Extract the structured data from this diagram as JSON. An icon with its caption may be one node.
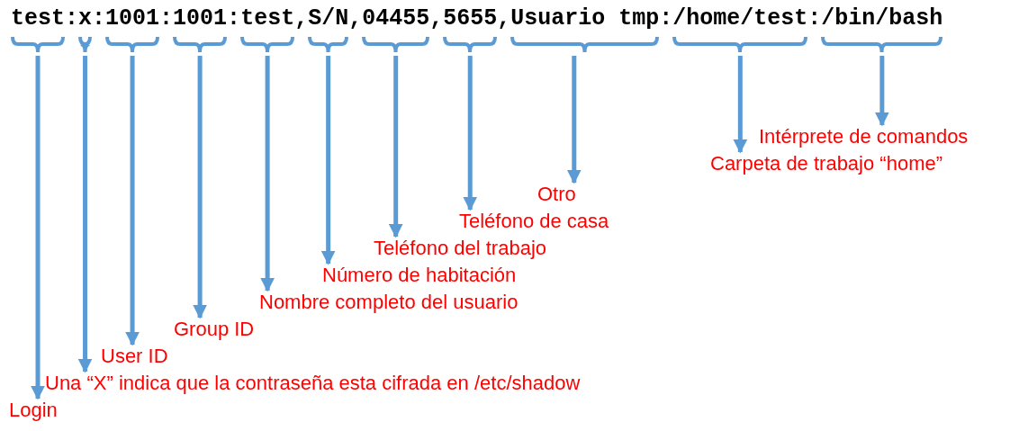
{
  "diagram": {
    "nodes": [
      {
        "text": [
          "test"
        ]
      },
      {
        "text": [
          "x"
        ]
      },
      {
        "text": [
          "1001"
        ]
      },
      {
        "text": [
          "1001"
        ]
      },
      {
        "text": [
          "test"
        ]
      },
      {
        "text": [
          "S/N"
        ]
      },
      {
        "text": [
          "04455"
        ]
      },
      {
        "text": [
          "5655"
        ]
      },
      {
        "text": [
          "Usuario tmp"
        ]
      },
      {
        "text": [
          "/home/test"
        ]
      },
      {
        "text": [
          "/bin/bash"
        ]
      },
      {
        "text": [
          "Intérprete de comandos"
        ]
      },
      {
        "text": [
          "Carpeta de trabajo “home”"
        ]
      },
      {
        "text": [
          "Otro"
        ]
      },
      {
        "text": [
          "Teléfono de casa"
        ]
      },
      {
        "text": [
          "Teléfono del trabajo"
        ]
      },
      {
        "text": [
          "Número de habitación"
        ]
      },
      {
        "text": [
          "Nombre completo del usuario"
        ]
      },
      {
        "text": [
          "Group ID"
        ]
      },
      {
        "text": [
          "User ID"
        ]
      },
      {
        "text": [
          "Una “X” indica que la contraseña esta cifrada en /etc/shadow"
        ]
      },
      {
        "text": [
          "Login"
        ]
      }
    ],
    "edges": [
      {
        "from": 0,
        "to": 21,
        "arrow": "to"
      },
      {
        "from": 1,
        "to": 20,
        "arrow": "to"
      },
      {
        "from": 2,
        "to": 19,
        "arrow": "to"
      },
      {
        "from": 3,
        "to": 18,
        "arrow": "to"
      },
      {
        "from": 4,
        "to": 17,
        "arrow": "to"
      },
      {
        "from": 5,
        "to": 16,
        "arrow": "to"
      },
      {
        "from": 6,
        "to": 15,
        "arrow": "to"
      },
      {
        "from": 7,
        "to": 14,
        "arrow": "to"
      },
      {
        "from": 8,
        "to": 13,
        "arrow": "to"
      },
      {
        "from": 9,
        "to": 12,
        "arrow": "to"
      },
      {
        "from": 10,
        "to": 11,
        "arrow": "to"
      }
    ],
    "labels": [
      ":",
      ":",
      ":",
      ":",
      ",",
      ",",
      ",",
      ",",
      ":",
      ":"
    ]
  }
}
